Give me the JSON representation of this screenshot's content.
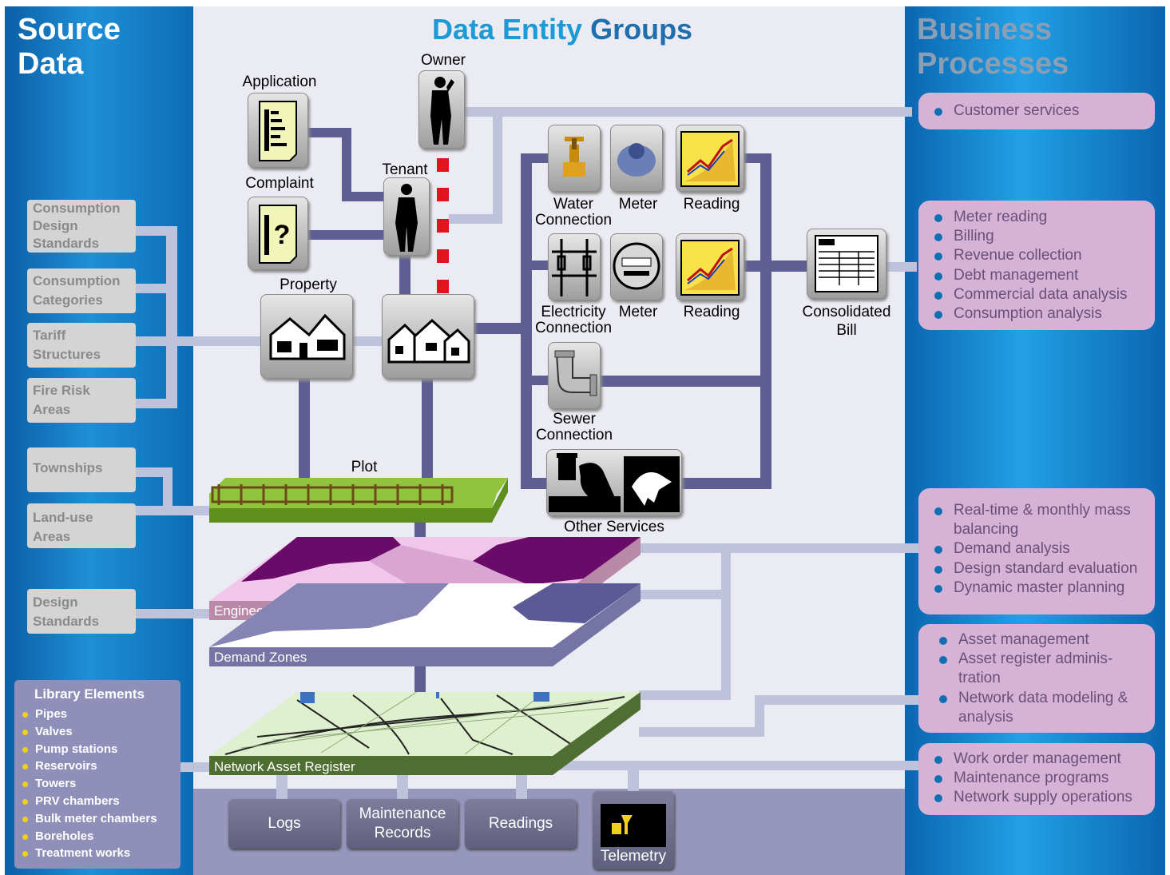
{
  "left_panel": {
    "title_line1": "Source",
    "title_line2": "Data",
    "boxes": [
      {
        "line1": "Consumption",
        "line2": "Design",
        "line3": "Standards"
      },
      {
        "line1": "Consumption",
        "line2": "Categories"
      },
      {
        "line1": "Tariff",
        "line2": "Structures"
      },
      {
        "line1": "Fire Risk",
        "line2": "Areas"
      },
      {
        "line1": "Townships"
      },
      {
        "line1": "Land-use",
        "line2": "Areas"
      },
      {
        "line1": "Design",
        "line2": "Standards"
      }
    ],
    "library": {
      "title": "Library Elements",
      "items": [
        "Pipes",
        "Valves",
        "Pump stations",
        "Reservoirs",
        "Towers",
        "PRV chambers",
        "Bulk meter chambers",
        "Boreholes",
        "Treatment works"
      ]
    }
  },
  "center": {
    "title_word1": "Data",
    "title_word2": "Entity",
    "title_word3": "Groups",
    "labels": {
      "owner": "Owner",
      "application": "Application",
      "tenant": "Tenant",
      "complaint": "Complaint",
      "property": "Property",
      "plot": "Plot",
      "water_connection_1": "Water",
      "water_connection_2": "Connection",
      "meter_water": "Meter",
      "reading_water": "Reading",
      "electricity_connection_1": "Electricity",
      "electricity_connection_2": "Connection",
      "meter_elec": "Meter",
      "reading_elec": "Reading",
      "sewer_connection_1": "Sewer",
      "sewer_connection_2": "Connection",
      "other_services": "Other Services",
      "consolidated_bill_1": "Consolidated",
      "consolidated_bill_2": "Bill",
      "engineering_zones": "Engineering Zones",
      "demand_zones": "Demand Zones",
      "network_asset_register": "Network Asset Register"
    },
    "bottom_buttons": {
      "logs": "Logs",
      "maintenance_1": "Maintenance",
      "maintenance_2": "Records",
      "readings": "Readings",
      "telemetry": "Telemetry"
    }
  },
  "right_panel": {
    "title_line1": "Business",
    "title_line2": "Processes",
    "groups": [
      [
        "Customer services"
      ],
      [
        "Meter reading",
        "Billing",
        "Revenue collection",
        "Debt management",
        "Commercial data analysis",
        "Consumption analysis"
      ],
      [
        "Real-time & monthly mass balancing",
        "Demand analysis",
        "Design standard evaluation",
        "Dynamic master planning"
      ],
      [
        "Asset management",
        "Asset register adminis-tration",
        "Network data modeling & analysis"
      ],
      [
        "Work order management",
        "Maintenance programs",
        "Network supply operations"
      ]
    ]
  },
  "colors": {
    "title_blue_light": "#1a9ad6",
    "title_blue_dark": "#1f6fae",
    "connector": "#5e5e93",
    "process_box": "#d6b3d6",
    "bullet": "#0e6fb3"
  }
}
